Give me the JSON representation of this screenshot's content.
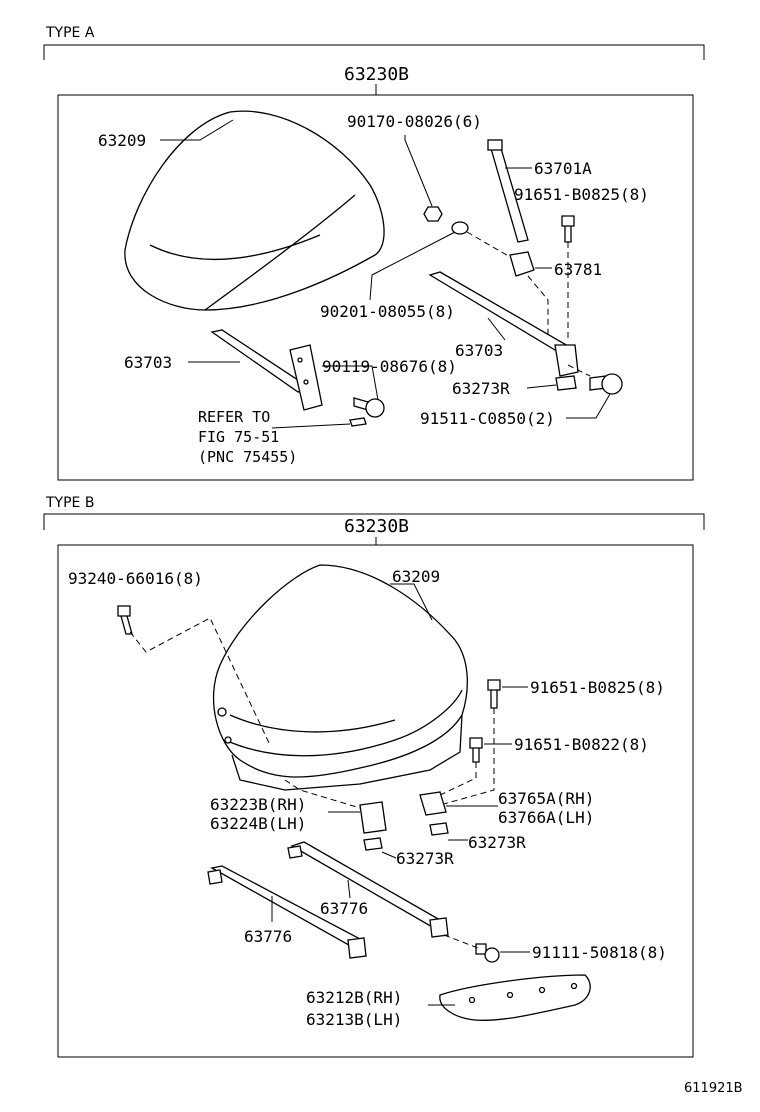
{
  "type_a": {
    "section_label": "TYPE A",
    "assembly": "63230B",
    "labels": {
      "seat_cover": "63209",
      "nut": "90170-08026(6)",
      "hinge_stay": "63701A",
      "bolt_top": "91651-B0825(8)",
      "bracket": "63781",
      "washer": "90201-08055(8)",
      "rail_right": "63703",
      "rail_left": "63703",
      "screw": "90119-08676(8)",
      "plate": "63273R",
      "bolt_bottom": "91511-C0850(2)"
    },
    "note": [
      "REFER TO",
      "FIG 75-51",
      "(PNC 75455)"
    ]
  },
  "type_b": {
    "section_label": "TYPE B",
    "assembly": "63230B",
    "labels": {
      "screw": "93240-66016(8)",
      "seat_cover": "63209",
      "bolt_upper": "91651-B0825(8)",
      "bolt_lower": "91651-B0822(8)",
      "hinge_rh": "63223B(RH)",
      "hinge_lh": "63224B(LH)",
      "bracket_rh": "63765A(RH)",
      "bracket_lh": "63766A(LH)",
      "plate_right": "63273R",
      "plate_left": "63273R",
      "bar_right": "63776",
      "bar_left": "63776",
      "bolt_bar": "91111-50818(8)",
      "panel_rh": "63212B(RH)",
      "panel_lh": "63213B(LH)"
    }
  },
  "figure_code": "611921B"
}
